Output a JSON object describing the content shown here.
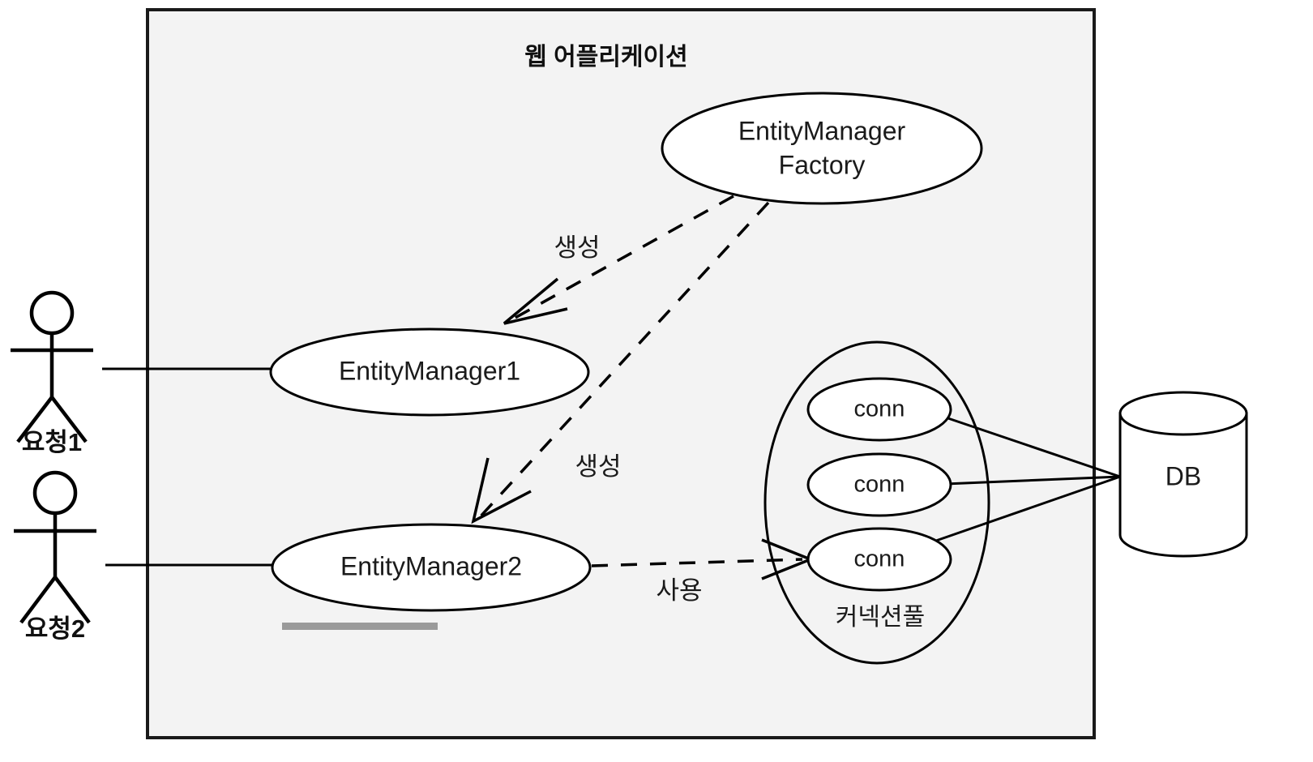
{
  "diagram": {
    "title": "웹 어플리케이션",
    "container": {
      "label": "웹 어플리케이션",
      "fill_color": "#f3f3f3",
      "border_color": "#1a1a1a"
    },
    "actors": [
      {
        "id": "actor-1",
        "label": "요청1",
        "icon": "stick-figure-actor-icon"
      },
      {
        "id": "actor-2",
        "label": "요청2",
        "icon": "stick-figure-actor-icon"
      }
    ],
    "nodes": [
      {
        "id": "emf",
        "label_line1": "EntityManager",
        "label_line2": "Factory",
        "shape": "ellipse"
      },
      {
        "id": "em1",
        "label": "EntityManager1",
        "shape": "ellipse"
      },
      {
        "id": "em2",
        "label": "EntityManager2",
        "shape": "ellipse"
      },
      {
        "id": "conn1",
        "label": "conn",
        "shape": "ellipse"
      },
      {
        "id": "conn2",
        "label": "conn",
        "shape": "ellipse"
      },
      {
        "id": "conn3",
        "label": "conn",
        "shape": "ellipse"
      },
      {
        "id": "pool",
        "label": "커넥션풀",
        "shape": "ellipse-group"
      },
      {
        "id": "db",
        "label": "DB",
        "shape": "cylinder"
      }
    ],
    "edges": [
      {
        "id": "emf-to-em1",
        "label": "생성",
        "style": "dashed",
        "arrow": "open",
        "from": "emf",
        "to": "em1"
      },
      {
        "id": "emf-to-em2",
        "label": "생성",
        "style": "dashed",
        "arrow": "open",
        "from": "emf",
        "to": "em2"
      },
      {
        "id": "em2-to-conn3",
        "label": "사용",
        "style": "dashed",
        "arrow": "open",
        "from": "em2",
        "to": "conn3"
      },
      {
        "id": "actor1-to-em1",
        "label": "",
        "style": "solid",
        "arrow": "none",
        "from": "actor-1",
        "to": "em1"
      },
      {
        "id": "actor2-to-em2",
        "label": "",
        "style": "solid",
        "arrow": "none",
        "from": "actor-2",
        "to": "em2"
      },
      {
        "id": "conn1-to-db",
        "label": "",
        "style": "solid",
        "arrow": "none",
        "from": "conn1",
        "to": "db"
      },
      {
        "id": "conn2-to-db",
        "label": "",
        "style": "solid",
        "arrow": "none",
        "from": "conn2",
        "to": "db"
      },
      {
        "id": "conn3-to-db",
        "label": "",
        "style": "solid",
        "arrow": "none",
        "from": "conn3",
        "to": "db"
      }
    ],
    "annotations": [
      {
        "id": "em2-underline",
        "type": "highlight-bar",
        "color": "#9a9a9a"
      }
    ]
  }
}
